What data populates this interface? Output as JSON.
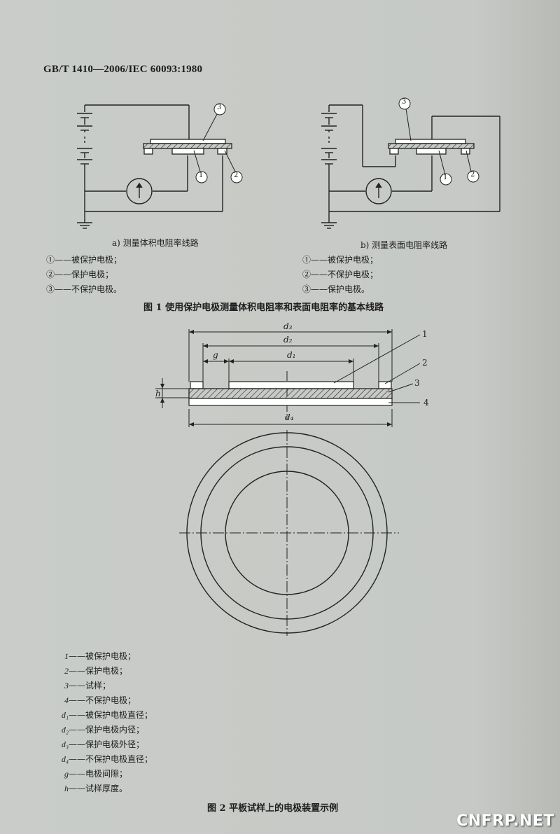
{
  "header": {
    "standard": "GB/T 1410—2006/IEC 60093:1980"
  },
  "figure1": {
    "a": {
      "caption": "a)  测量体积电阻率线路",
      "legend": [
        "①——被保护电极；",
        "②——保护电极；",
        "③——不保护电极。"
      ]
    },
    "b": {
      "caption": "b)  测量表面电阻率线路",
      "legend": [
        "①——被保护电极；",
        "②——不保护电极；",
        "③——保护电极。"
      ]
    },
    "markers": {
      "m1": "1",
      "m2": "2",
      "m3": "3"
    },
    "title": "图 1    使用保护电极测量体积电阻率和表面电阻率的基本线路"
  },
  "figure2": {
    "dims": {
      "d3": "d₃",
      "d2": "d₂",
      "d1": "d₁",
      "g": "g",
      "h": "h",
      "d4": "d₄"
    },
    "callouts": {
      "c1": "1",
      "c2": "2",
      "c3": "3",
      "c4": "4"
    },
    "legend": [
      {
        "key": "1",
        "text": "——被保护电极；"
      },
      {
        "key": "2",
        "text": "——保护电极；"
      },
      {
        "key": "3",
        "text": "——试样；"
      },
      {
        "key": "4",
        "text": "——不保护电极；"
      },
      {
        "key": "d₁",
        "text": "——被保护电极直径；"
      },
      {
        "key": "d₂",
        "text": "——保护电极内径；"
      },
      {
        "key": "d₃",
        "text": "——保护电极外径；"
      },
      {
        "key": "d₄",
        "text": "——不保护电极直径；"
      },
      {
        "key": "g",
        "text": "——电极间隙；"
      },
      {
        "key": "h",
        "text": "——试样厚度。"
      }
    ],
    "title": "图 2    平板试样上的电极装置示例"
  },
  "watermark": "CNFRP.NET"
}
